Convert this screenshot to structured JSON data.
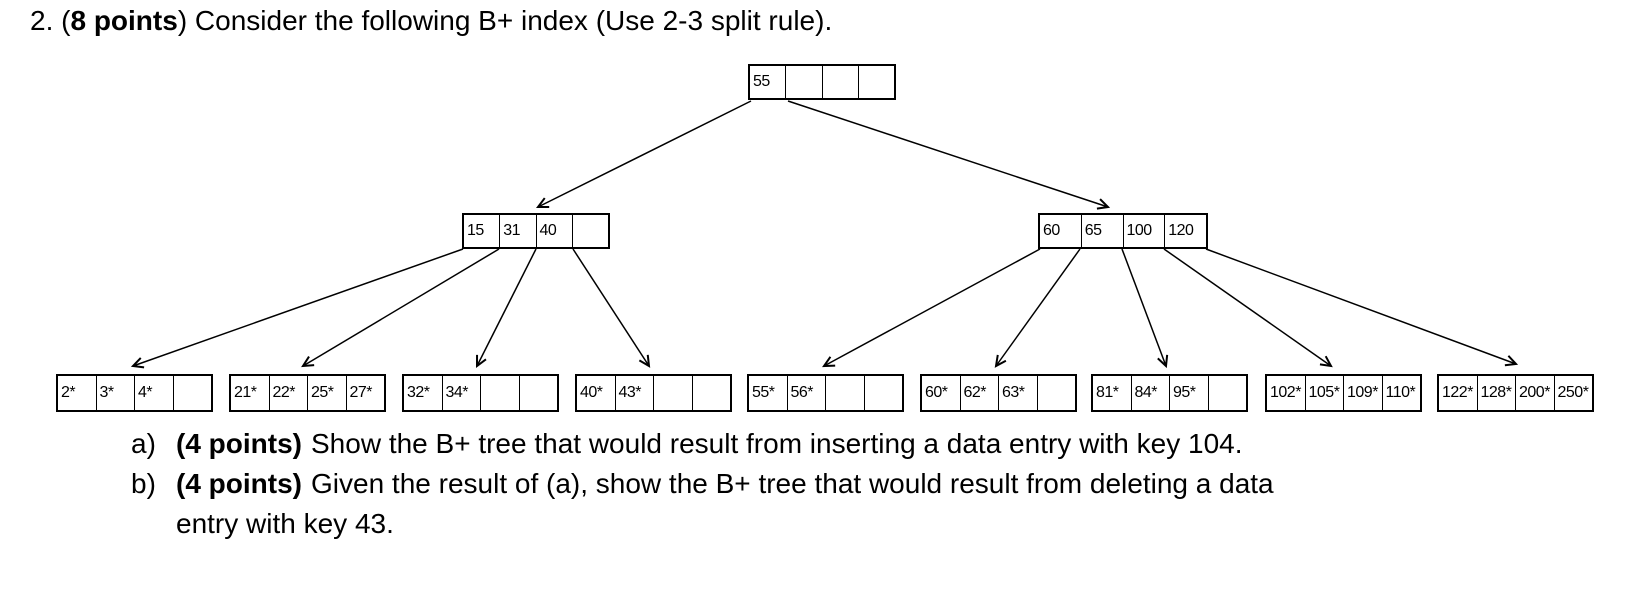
{
  "title": {
    "prefix": "2. (",
    "bold": "8 points",
    "suffix": ") Consider the following B+ index (Use 2-3 split rule)."
  },
  "tree": {
    "root": {
      "keys": [
        "55",
        "",
        "",
        ""
      ]
    },
    "internal": [
      {
        "keys": [
          "15",
          "31",
          "40",
          ""
        ]
      },
      {
        "keys": [
          "60",
          "65",
          "100",
          "120"
        ]
      }
    ],
    "leaves": [
      {
        "keys": [
          "2*",
          "3*",
          "4*",
          ""
        ]
      },
      {
        "keys": [
          "21*",
          "22*",
          "25*",
          "27*"
        ]
      },
      {
        "keys": [
          "32*",
          "34*",
          "",
          ""
        ]
      },
      {
        "keys": [
          "40*",
          "43*",
          "",
          ""
        ]
      },
      {
        "keys": [
          "55*",
          "56*",
          "",
          ""
        ]
      },
      {
        "keys": [
          "60*",
          "62*",
          "63*",
          ""
        ]
      },
      {
        "keys": [
          "81*",
          "84*",
          "95*",
          ""
        ]
      },
      {
        "keys": [
          "102*",
          "105*",
          "109*",
          "110*"
        ]
      },
      {
        "keys": [
          "122*",
          "128*",
          "200*",
          "250*"
        ]
      }
    ]
  },
  "questions": [
    {
      "label": "a)",
      "bold": "(4 points)",
      "lines": [
        "Show the B+ tree that would result from inserting a data entry with key 104."
      ]
    },
    {
      "label": "b)",
      "bold": "(4 points)",
      "lines": [
        "Given the result of (a), show the B+ tree that would result from deleting a data",
        "entry with key 43."
      ]
    }
  ],
  "colors": {
    "ink": "#000000",
    "background": "#ffffff"
  }
}
